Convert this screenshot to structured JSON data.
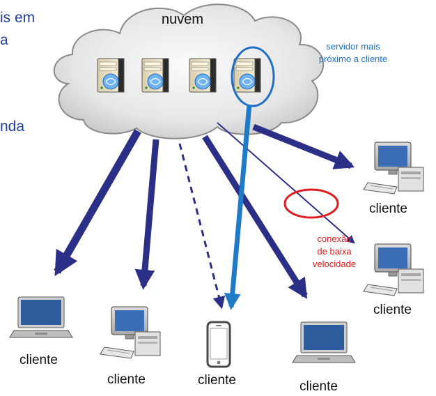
{
  "fragments": {
    "line1": "is em",
    "line2": "a",
    "line3": "nda"
  },
  "cloud": {
    "label": "nuvem"
  },
  "annotations": {
    "nearest_server_line1": "servidor mais",
    "nearest_server_line2": "próximo a cliente",
    "slow_conn_line1": "conexão",
    "slow_conn_line2": "de baixa",
    "slow_conn_line3": "velocidade"
  },
  "clients": {
    "laptop_left": "cliente",
    "desktop_left": "cliente",
    "phone": "cliente",
    "laptop_right": "cliente",
    "desktop_top_right": "cliente",
    "desktop_bottom_right": "cliente"
  },
  "colors": {
    "arrow_navy": "#2b2f86",
    "arrow_blue": "#1f7ac8",
    "highlight_red": "#e01b1b",
    "cloud_fill": "#ebebeb"
  },
  "icons": [
    "server-icon",
    "laptop-icon",
    "desktop-icon",
    "smartphone-icon"
  ]
}
